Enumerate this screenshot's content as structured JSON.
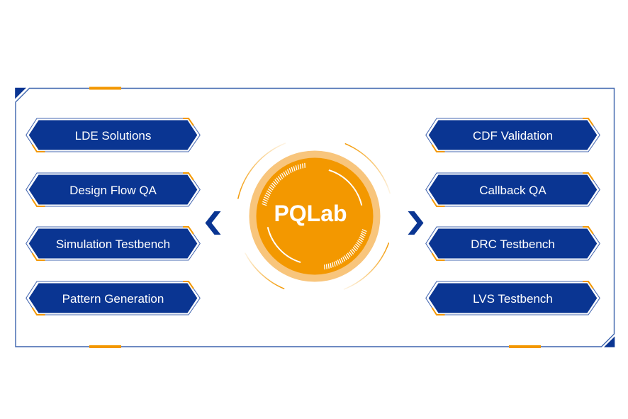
{
  "logo": {
    "text": "PQLab"
  },
  "left_modules": [
    {
      "label": "LDE Solutions"
    },
    {
      "label": "Design Flow QA"
    },
    {
      "label": "Simulation Testbench"
    },
    {
      "label": "Pattern Generation"
    }
  ],
  "right_modules": [
    {
      "label": "CDF Validation"
    },
    {
      "label": "Callback QA"
    },
    {
      "label": "DRC Testbench"
    },
    {
      "label": "LVS Testbench"
    }
  ],
  "icons": {
    "left_arrow": "chevron-left-icon",
    "right_arrow": "chevron-right-icon"
  },
  "colors": {
    "primary_blue": "#0a3592",
    "outline_blue": "#4769b2",
    "frame_blue": "#3d64ad",
    "accent_orange": "#f39800",
    "ring_light_orange": "#f8c57c",
    "label_text": "#ffffff",
    "background": "#ffffff"
  }
}
